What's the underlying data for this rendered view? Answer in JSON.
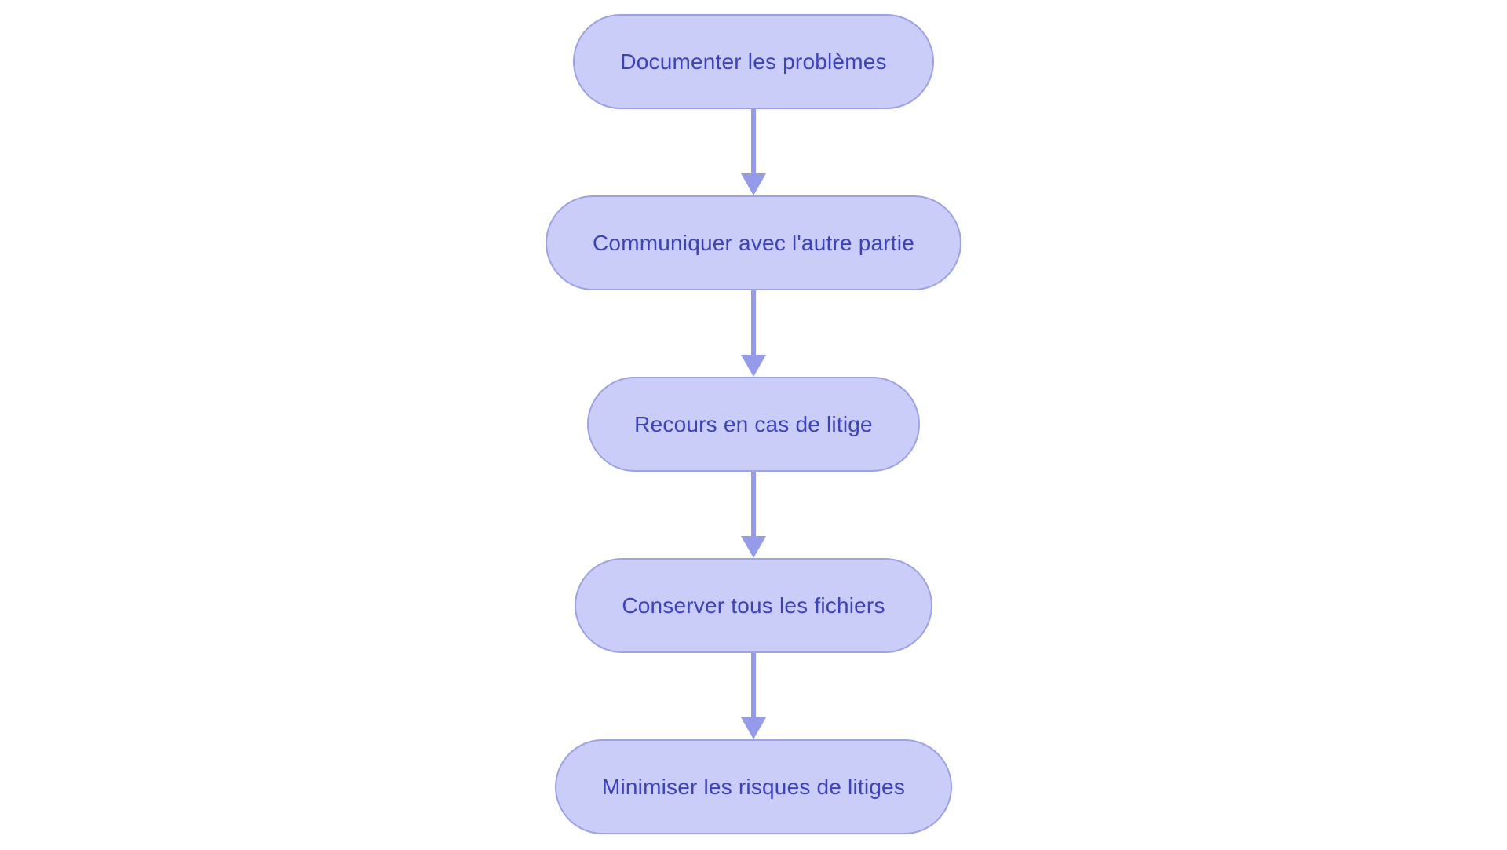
{
  "diagram": {
    "type": "flowchart",
    "direction": "top-down",
    "background_color": "#ffffff",
    "node_fill_color": "#cacdf8",
    "node_border_color": "#9ba1ea",
    "node_text_color": "#3a42c3",
    "arrow_color": "#949bea",
    "nodes": [
      {
        "id": 1,
        "label": "Documenter les problèmes"
      },
      {
        "id": 2,
        "label": "Communiquer avec l'autre partie"
      },
      {
        "id": 3,
        "label": "Recours en cas de litige"
      },
      {
        "id": 4,
        "label": "Conserver tous les fichiers"
      },
      {
        "id": 5,
        "label": "Minimiser les risques de litiges"
      }
    ],
    "connections": [
      {
        "from": 1,
        "to": 2
      },
      {
        "from": 2,
        "to": 3
      },
      {
        "from": 3,
        "to": 4
      },
      {
        "from": 4,
        "to": 5
      }
    ]
  }
}
